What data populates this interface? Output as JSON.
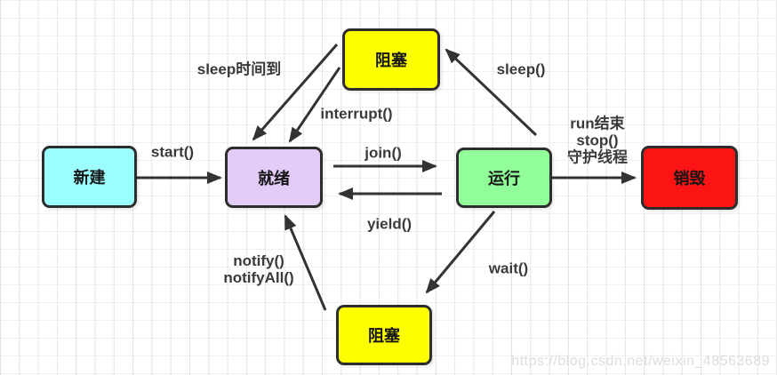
{
  "diagram": {
    "title_hint": "Java thread lifecycle state diagram",
    "nodes": {
      "new": {
        "label": "新建",
        "color": "#9cffff"
      },
      "ready": {
        "label": "就绪",
        "color": "#e3ccf8"
      },
      "running": {
        "label": "运行",
        "color": "#90ff9a"
      },
      "destroyed": {
        "label": "销毁",
        "color": "#fa1414"
      },
      "blocked_top": {
        "label": "阻塞",
        "color": "#fdff00"
      },
      "blocked_bottom": {
        "label": "阻塞",
        "color": "#fdff00"
      }
    },
    "labels": {
      "start": "start()",
      "sleep_timeout": "sleep时间到",
      "interrupt": "interrupt()",
      "sleep": "sleep()",
      "join": "join()",
      "yield": "yield()",
      "run_end_line1": "run结束",
      "run_end_line2": "stop()",
      "run_end_line3": "守护线程",
      "wait": "wait()",
      "notify_line1": "notify()",
      "notify_line2": "notifyAll()"
    },
    "edges": [
      {
        "from": "new",
        "to": "ready",
        "label": "start()"
      },
      {
        "from": "blocked_top",
        "to": "ready",
        "label": "sleep时间到"
      },
      {
        "from": "blocked_top",
        "to": "ready",
        "label": "interrupt()"
      },
      {
        "from": "running",
        "to": "blocked_top",
        "label": "sleep()"
      },
      {
        "from": "ready",
        "to": "running",
        "label": "join()"
      },
      {
        "from": "running",
        "to": "ready",
        "label": "yield()"
      },
      {
        "from": "running",
        "to": "destroyed",
        "label": "run结束 stop() 守护线程"
      },
      {
        "from": "running",
        "to": "blocked_bottom",
        "label": "wait()"
      },
      {
        "from": "blocked_bottom",
        "to": "ready",
        "label": "notify() notifyAll()"
      }
    ],
    "edge_color": "#333333",
    "watermark": "https://blog.csdn.net/weixin_48563689"
  }
}
